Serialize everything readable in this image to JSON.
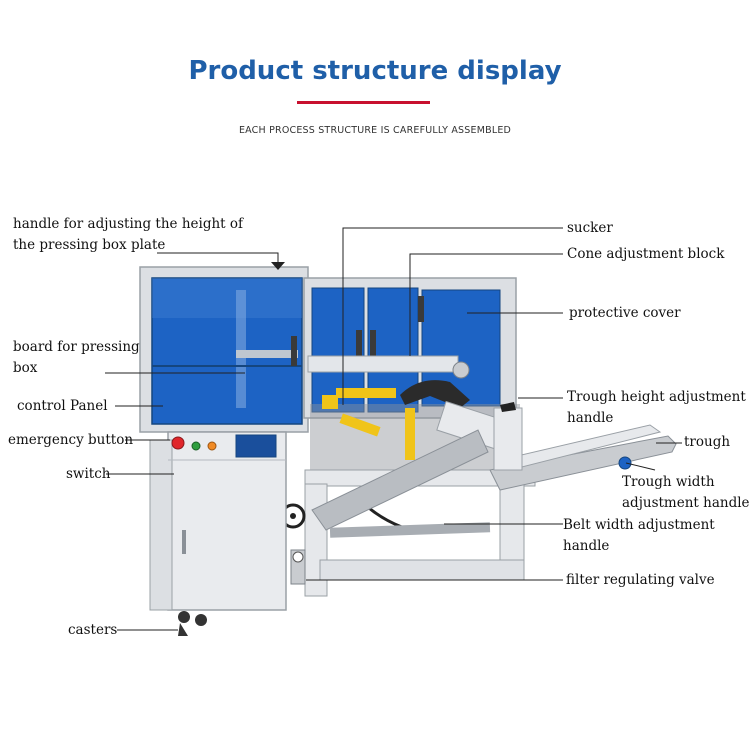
{
  "header": {
    "title": "Product structure display",
    "subtitle": "EACH PROCESS STRUCTURE IS CAREFULLY ASSEMBLED",
    "accent_color": "#1f5fa8",
    "rule_color": "#c8102e"
  },
  "labels": {
    "height_handle_1": "handle for adjusting the height of",
    "height_handle_2": "the pressing box plate",
    "pressing_board_1": "board for pressing",
    "pressing_board_2": "box",
    "control_panel": "control Panel",
    "emergency_button": "emergency button",
    "switch": "switch",
    "casters": "casters",
    "sucker": "sucker",
    "cone_block": "Cone adjustment block",
    "protective_cover": "protective cover",
    "trough_height_1": "Trough height adjustment",
    "trough_height_2": "handle",
    "trough": "trough",
    "trough_width_1": "Trough width",
    "trough_width_2": "adjustment handle",
    "belt_width_1": "Belt width adjustment",
    "belt_width_2": "handle",
    "filter_valve": "filter regulating valve"
  },
  "machine": {
    "frame_color": "#dcdfe3",
    "panel_color": "#1d63c4",
    "trough_color": "#c9ccd0",
    "button_red": "#e0262b",
    "button_green": "#2e9d3e",
    "button_orange": "#f08a24"
  }
}
